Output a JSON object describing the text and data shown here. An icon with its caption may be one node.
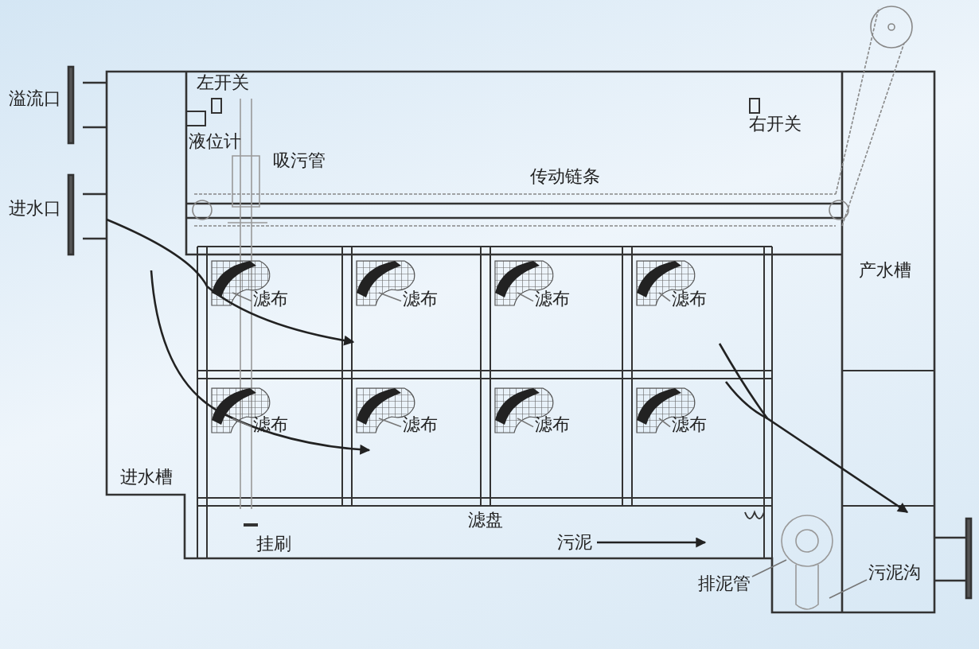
{
  "diagram": {
    "nodes": [
      {
        "text": [
          "滤布"
        ]
      },
      {
        "text": [
          "滤布"
        ]
      },
      {
        "text": [
          "滤布"
        ]
      },
      {
        "text": [
          "滤布"
        ]
      },
      {
        "text": [
          "滤布"
        ]
      },
      {
        "text": [
          "滤布"
        ]
      },
      {
        "text": [
          "滤布"
        ]
      },
      {
        "text": [
          "滤布"
        ]
      },
      {
        "text": [
          "污泥沟"
        ]
      },
      {
        "text": [
          "排泥管"
        ]
      }
    ],
    "edges": [
      {
        "from": 0,
        "to": null,
        "arrow": "none"
      },
      {
        "from": 1,
        "to": null,
        "arrow": "none"
      },
      {
        "from": 2,
        "to": null,
        "arrow": "none"
      },
      {
        "from": 3,
        "to": null,
        "arrow": "none"
      },
      {
        "from": 4,
        "to": null,
        "arrow": "none"
      },
      {
        "from": 5,
        "to": null,
        "arrow": "none"
      },
      {
        "from": 6,
        "to": null,
        "arrow": "none"
      },
      {
        "from": 7,
        "to": null,
        "arrow": "none"
      },
      {
        "from": 8,
        "to": null,
        "arrow": "none"
      },
      {
        "from": 9,
        "to": null,
        "arrow": "none"
      }
    ],
    "labels": [
      "左开关",
      "溢流口",
      "右开关",
      "液位计",
      "吸污管",
      "传动链条",
      "进水口",
      "产水槽",
      "进水槽",
      "滤盘",
      "挂刷",
      "污泥"
    ]
  }
}
